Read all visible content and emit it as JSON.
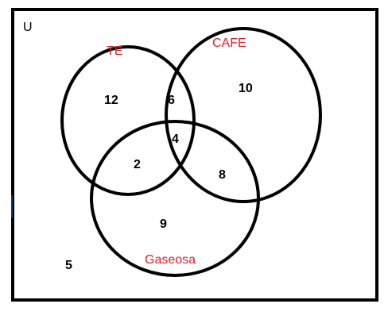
{
  "universe": {
    "label": "U",
    "outside_count": "5"
  },
  "sets": {
    "te": {
      "label": "TE"
    },
    "cafe": {
      "label": "CAFE"
    },
    "gaseosa": {
      "label": "Gaseosa"
    }
  },
  "regions": {
    "te_only": "12",
    "cafe_only": "10",
    "gaseosa_only": "9",
    "te_cafe_only": "6",
    "te_gaseosa_only": "2",
    "cafe_gaseosa_only": "8",
    "all_three": "4"
  },
  "colors": {
    "set_label": "#e0202a",
    "stroke": "#000000",
    "background": "#ffffff"
  }
}
